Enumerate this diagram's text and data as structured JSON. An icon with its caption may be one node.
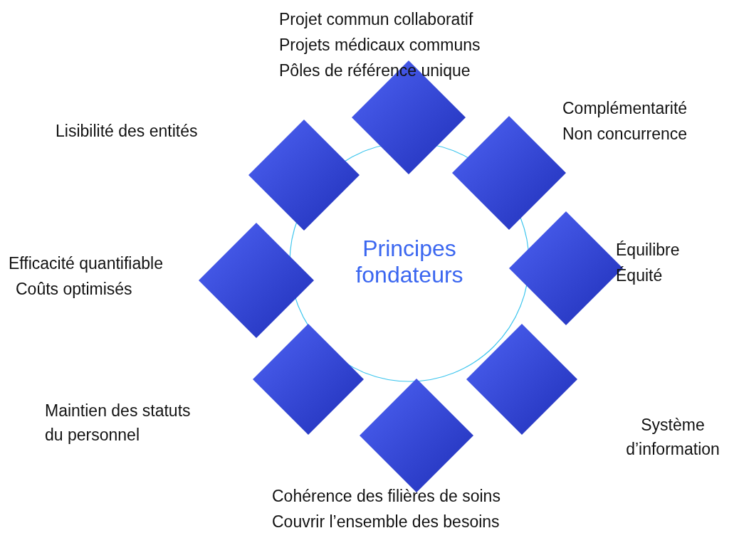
{
  "diagram": {
    "nodes": [
      {
        "text": [
          "Principes fondateurs"
        ]
      },
      {
        "text": [],
        "shape": "diamond",
        "beside": [
          "Projet commun collaboratif",
          "Projets médicaux communs",
          "Pôles de référence unique"
        ]
      },
      {
        "text": [],
        "shape": "diamond",
        "beside": [
          "Complémentarité",
          "Non concurrence"
        ]
      },
      {
        "text": [],
        "shape": "diamond",
        "beside": [
          "Équilibre",
          "Équité"
        ]
      },
      {
        "text": [],
        "shape": "diamond",
        "beside": [
          "Système d’information"
        ]
      },
      {
        "text": [],
        "shape": "diamond",
        "beside": [
          "Cohérence des filières de soins",
          "Couvrir l’ensemble des besoins"
        ]
      },
      {
        "text": [],
        "shape": "diamond",
        "beside": [
          "Maintien des statuts du personnel"
        ]
      },
      {
        "text": [],
        "shape": "diamond",
        "beside": [
          "Efficacité quantifiable",
          "Coûts optimisés"
        ]
      },
      {
        "text": [],
        "shape": "diamond",
        "beside": [
          "Lisibilité des entités"
        ]
      }
    ]
  }
}
